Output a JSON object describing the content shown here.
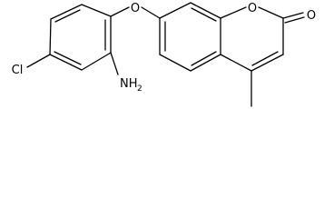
{
  "molecule": {
    "atom_labels": {
      "ether_oxygen": "O",
      "ring_oxygen": "O",
      "carbonyl_oxygen": "O",
      "chlorine": "Cl",
      "amine_nitrogen": "NH",
      "amine_subscript": "2"
    },
    "colors": {
      "bond": "#000000",
      "text": "#000000",
      "background": "#ffffff"
    }
  }
}
